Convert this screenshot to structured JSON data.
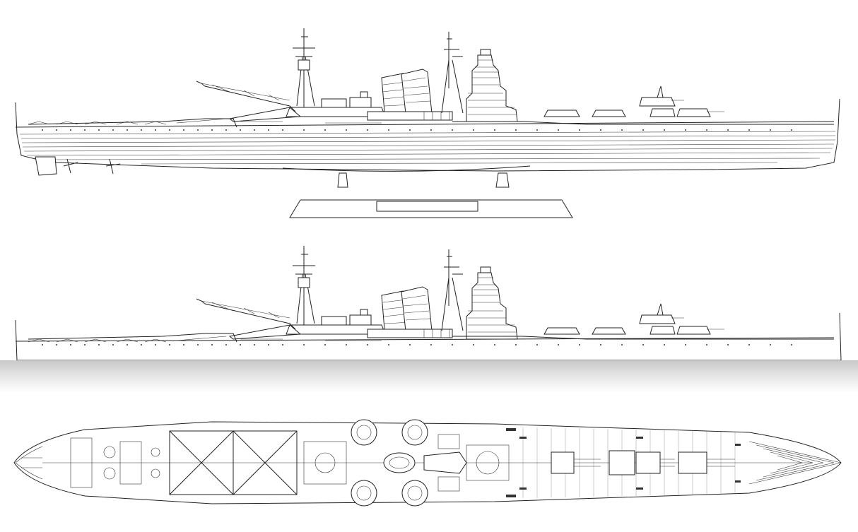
{
  "drawing": {
    "views": [
      {
        "id": "hull-profile-full",
        "kind": "side-profile-with-stand"
      },
      {
        "id": "waterline-profile",
        "kind": "side-profile-waterline"
      },
      {
        "id": "plan-view",
        "kind": "top-down-plan"
      }
    ],
    "colors": {
      "line": "#222222",
      "paper": "#ffffff",
      "band": "#cfcfcf"
    }
  }
}
